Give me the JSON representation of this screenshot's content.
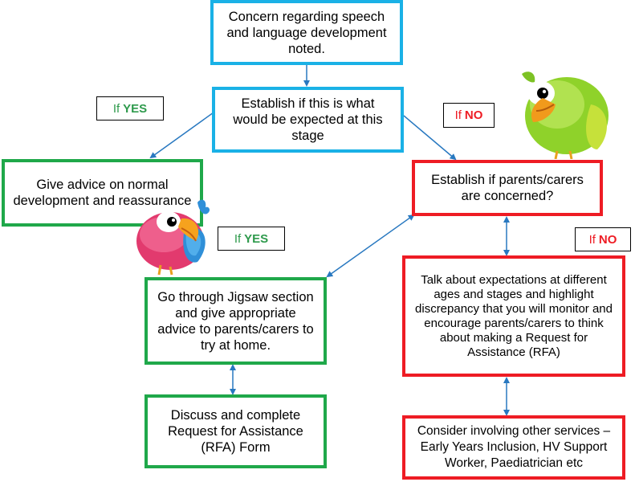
{
  "nodes": {
    "concern": "Concern regarding speech and language development noted.",
    "establish_expected": "Establish if this is what would be expected at this stage",
    "give_advice": "Give advice on normal development and reassurance",
    "establish_concerned": "Establish if parents/carers are concerned?",
    "jigsaw": "Go through Jigsaw section and give appropriate advice to parents/carers to try at home.",
    "talk_expectations": "Talk about expectations at different ages and stages and highlight discrepancy that you will monitor and encourage parents/carers to think about making a Request for Assistance (RFA)",
    "discuss_rfa": "Discuss and complete Request for Assistance (RFA) Form",
    "consider_services": "Consider involving other services – Early Years Inclusion, HV Support Worker, Paediatrician etc"
  },
  "labels": {
    "if_word": "If",
    "yes_word": "YES",
    "no_word": "NO"
  },
  "colors": {
    "blue_border": "#1ab1e6",
    "green_border": "#1fa84a",
    "red_border": "#ee1c24",
    "arrow": "#2878c0",
    "yes_text": "#2e9a4c",
    "no_text": "#ee1c24"
  },
  "illustrations": [
    "pink-bird-icon",
    "green-bird-icon"
  ]
}
